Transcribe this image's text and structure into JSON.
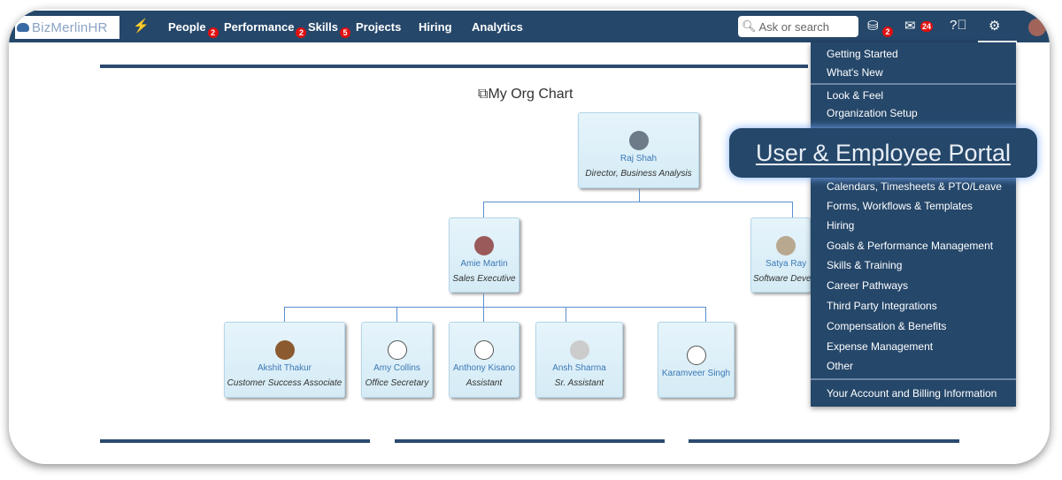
{
  "nav": {
    "logo": "BizMerlinHR",
    "items": [
      {
        "label": "People",
        "badge": "2"
      },
      {
        "label": "Performance",
        "badge": "2"
      },
      {
        "label": "Skills",
        "badge": "5"
      },
      {
        "label": "Projects"
      },
      {
        "label": "Hiring"
      },
      {
        "label": "Analytics"
      }
    ],
    "search_placeholder": "Ask or search",
    "cube_badge": "2",
    "mail_badge": "24"
  },
  "settings_menu": {
    "items": [
      "Getting Started",
      "What's New",
      "Look & Feel",
      "Organization Setup",
      "Calendars, Timesheets & PTO/Leave",
      "Forms, Workflows & Templates",
      "Hiring",
      "Goals & Performance Management",
      "Skills & Training",
      "Career Pathways",
      "Third Party Integrations",
      "Compensation & Benefits",
      "Expense Management",
      "Other",
      "Your Account and Billing Information"
    ]
  },
  "callout": "User & Employee Portal",
  "org": {
    "title": "My Org Chart",
    "root": {
      "name": "Raj Shah",
      "role": "Director, Business Analysis"
    },
    "level2": [
      {
        "name": "Amie Martin",
        "role": "Sales Executive"
      },
      {
        "name": "Satya Ray",
        "role": "Software Deve"
      }
    ],
    "level3": [
      {
        "name": "Akshit Thakur",
        "role": "Customer Success Associate"
      },
      {
        "name": "Amy Collins",
        "role": "Office Secretary"
      },
      {
        "name": "Anthony Kisano",
        "role": "Assistant"
      },
      {
        "name": "Ansh Sharma",
        "role": "Sr. Assistant"
      },
      {
        "name": "Karamveer Singh",
        "role": ""
      }
    ]
  }
}
